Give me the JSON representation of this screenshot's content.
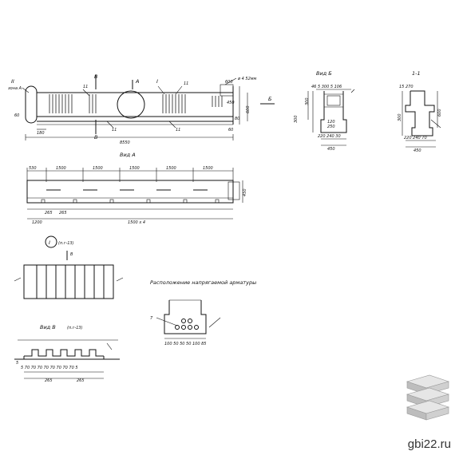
{
  "views": {
    "view_a": "Вид А",
    "view_b": "Вид Б",
    "view_v": "Вид В",
    "view_v_note": "(п.г-13)",
    "section_1": "1-1",
    "node_1": "I",
    "node_1_note": "(п.г-13)",
    "rebar_layout": "Расположение напрягаемой арматуры"
  },
  "markers": {
    "II": "II",
    "I": "I",
    "A": "А",
    "B": "Б",
    "V": "В",
    "arrow_a": "А",
    "arrow_b": "Б",
    "node_11": "11",
    "rod": "7",
    "hole": "ø 4 52мм",
    "zone_note": "зона А"
  },
  "dims_main": {
    "total_length": "8550",
    "d180": "180",
    "d60_left": "60",
    "d60_right": "60",
    "d600": "600",
    "d450": "450",
    "d80": "80",
    "top_600": "600"
  },
  "dims_view_a": {
    "d530": "530",
    "d1500_1": "1500",
    "d1500_2": "1500",
    "d1500_3": "1500",
    "d1500_4": "1500",
    "d1500_5": "1500",
    "d1200": "1200",
    "d265_1": "265",
    "d265_2": "265",
    "d1500x4": "1500 x 4",
    "d450": "450"
  },
  "dims_view_b": {
    "top": "46 5 300 5 106",
    "d300": "300",
    "d300b": "300",
    "d250": "250",
    "d120": "120",
    "bottom": "220 240 30",
    "w450": "450"
  },
  "dims_section": {
    "top": "15 270",
    "d300": "300",
    "d600": "600",
    "bottom": "220 240 70",
    "w450": "450"
  },
  "dims_view_v": {
    "row": "5 70 70 70 70 70 70 70 70 5",
    "d265_1": "265",
    "d265_2": "265",
    "d5": "5"
  },
  "dims_rebar": {
    "row": "100 50 50 50 100 85"
  },
  "brand": "gbi22.ru"
}
